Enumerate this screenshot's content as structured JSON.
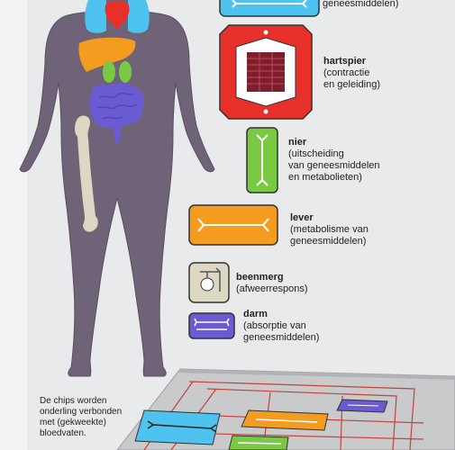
{
  "colors": {
    "page_bg": "#e8eaec",
    "body_grey": "#6f6378",
    "body_outline": "#4e4457",
    "lung_blue": "#4fc3ef",
    "heart_red": "#e8302b",
    "liver_orange": "#f39c1f",
    "kidney_green": "#7ac943",
    "intestine_purple": "#6a5bd2",
    "bone_beige": "#ddd8c3",
    "chip_lung": "#4fc3ef",
    "chip_heart": "#e8302b",
    "chip_kidney": "#7ac943",
    "chip_liver": "#f39c1f",
    "chip_bone": "#ddd8c3",
    "chip_gut": "#6a5bd2",
    "platform": "#c9cacc",
    "vessel_red": "#c8403a"
  },
  "chips": {
    "lung": {
      "name": "",
      "desc": "geneesmiddelen)"
    },
    "heart": {
      "name": "hartspier",
      "desc1": "(contractie",
      "desc2": "en geleiding)"
    },
    "kidney": {
      "name": "nier",
      "desc1": "(uitscheiding",
      "desc2": "van geneesmiddelen",
      "desc3": "en metabolieten)"
    },
    "liver": {
      "name": "lever",
      "desc1": "(metabolisme van",
      "desc2": "geneesmiddelen)"
    },
    "bone": {
      "name": "beenmerg",
      "desc1": "(afweerrespons)"
    },
    "gut": {
      "name": "darm",
      "desc1": "(absorptie van",
      "desc2": "geneesmiddelen)"
    }
  },
  "note": {
    "line1": "De chips worden",
    "line2": "onderling verbonden",
    "line3": "met (gekweekte)",
    "line4": "bloedvaten."
  }
}
